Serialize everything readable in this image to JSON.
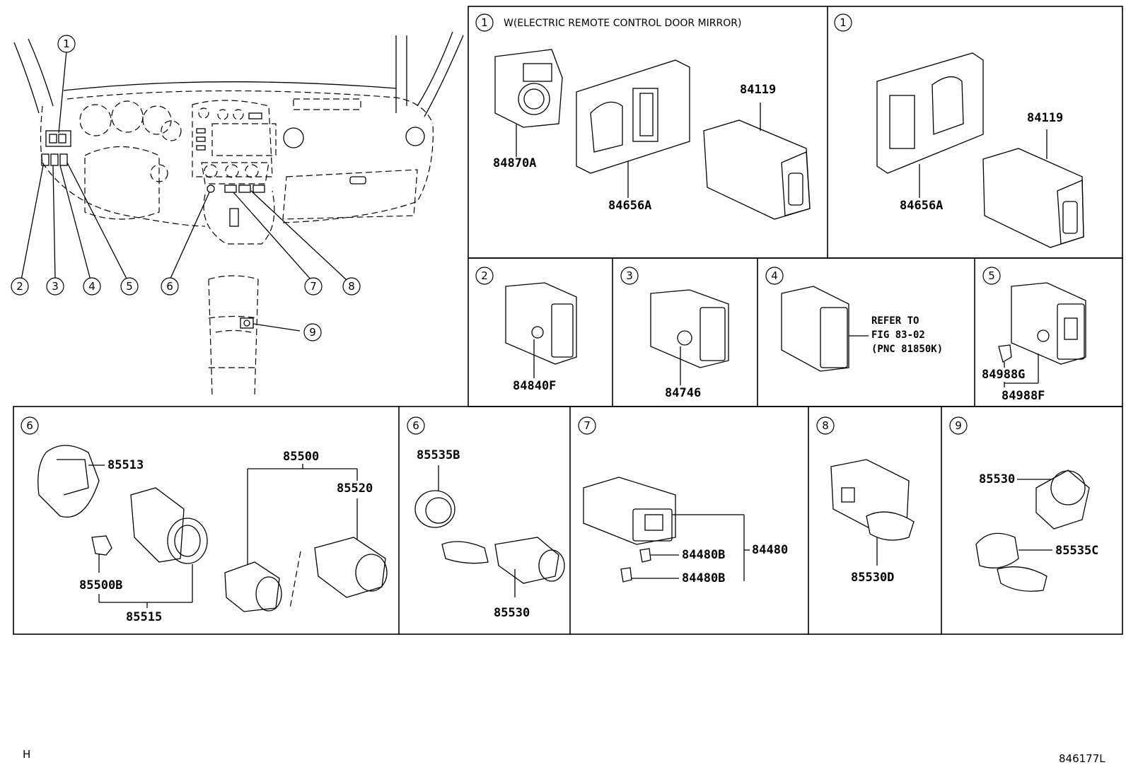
{
  "header_note": "W(ELECTRIC REMOTE CONTROL DOOR MIRROR)",
  "callouts": {
    "c1": "1",
    "c2": "2",
    "c3": "3",
    "c4": "4",
    "c5": "5",
    "c6": "6",
    "c7": "7",
    "c8": "8",
    "c9": "9"
  },
  "parts": {
    "p84870A": "84870A",
    "p84656A_a": "84656A",
    "p84119_a": "84119",
    "p84656A_b": "84656A",
    "p84119_b": "84119",
    "p84840F": "84840F",
    "p84746": "84746",
    "refer1": "REFER TO",
    "refer2": "FIG 83-02",
    "refer3": "(PNC 81850K)",
    "p84988G": "84988G",
    "p84988F": "84988F",
    "p85513": "85513",
    "p85500": "85500",
    "p85520": "85520",
    "p85500B": "85500B",
    "p85515": "85515",
    "p85535B": "85535B",
    "p85530_a": "85530",
    "p84480B_1": "84480B",
    "p84480B_2": "84480B",
    "p84480": "84480",
    "p85530D": "85530D",
    "p85530_b": "85530",
    "p85535C": "85535C"
  },
  "footer": {
    "left": "H",
    "right": "846177L"
  }
}
